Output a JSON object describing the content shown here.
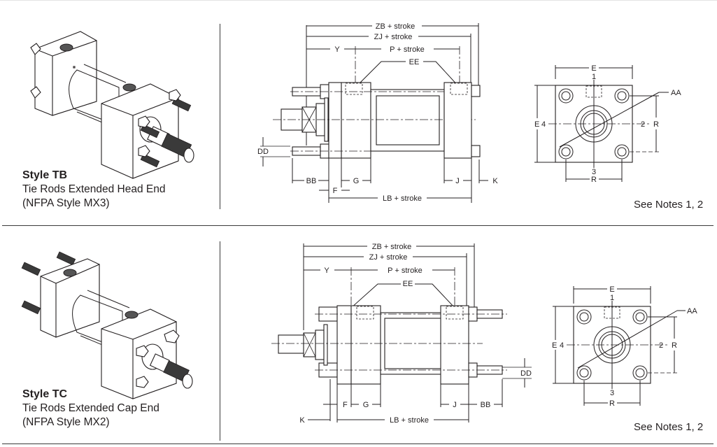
{
  "sections": [
    {
      "style_title": "Style TB",
      "description": "Tie Rods Extended Head End",
      "nfpa": "(NFPA Style MX3)",
      "notes": "See Notes 1, 2",
      "side_view_labels": {
        "zb": "ZB + stroke",
        "zj": "ZJ + stroke",
        "y": "Y",
        "p": "P + stroke",
        "ee": "EE",
        "dd": "DD",
        "bb": "BB",
        "g": "G",
        "f": "F",
        "lb": "LB + stroke",
        "j": "J",
        "k": "K"
      },
      "end_view_labels": {
        "e_top": "E",
        "e_left": "E",
        "pos1": "1",
        "pos2": "2",
        "pos3": "3",
        "pos4": "4",
        "aa": "AA",
        "r_right": "R",
        "r_bottom": "R"
      }
    },
    {
      "style_title": "Style TC",
      "description": "Tie Rods Extended Cap End",
      "nfpa": "(NFPA Style MX2)",
      "notes": "See Notes 1, 2",
      "side_view_labels": {
        "zb": "ZB + stroke",
        "zj": "ZJ + stroke",
        "y": "Y",
        "p": "P + stroke",
        "ee": "EE",
        "dd": "DD",
        "bb": "BB",
        "g": "G",
        "f": "F",
        "lb": "LB + stroke",
        "j": "J",
        "k": "K"
      },
      "end_view_labels": {
        "e_top": "E",
        "e_left": "E",
        "pos1": "1",
        "pos2": "2",
        "pos3": "3",
        "pos4": "4",
        "aa": "AA",
        "r_right": "R",
        "r_bottom": "R"
      }
    }
  ]
}
